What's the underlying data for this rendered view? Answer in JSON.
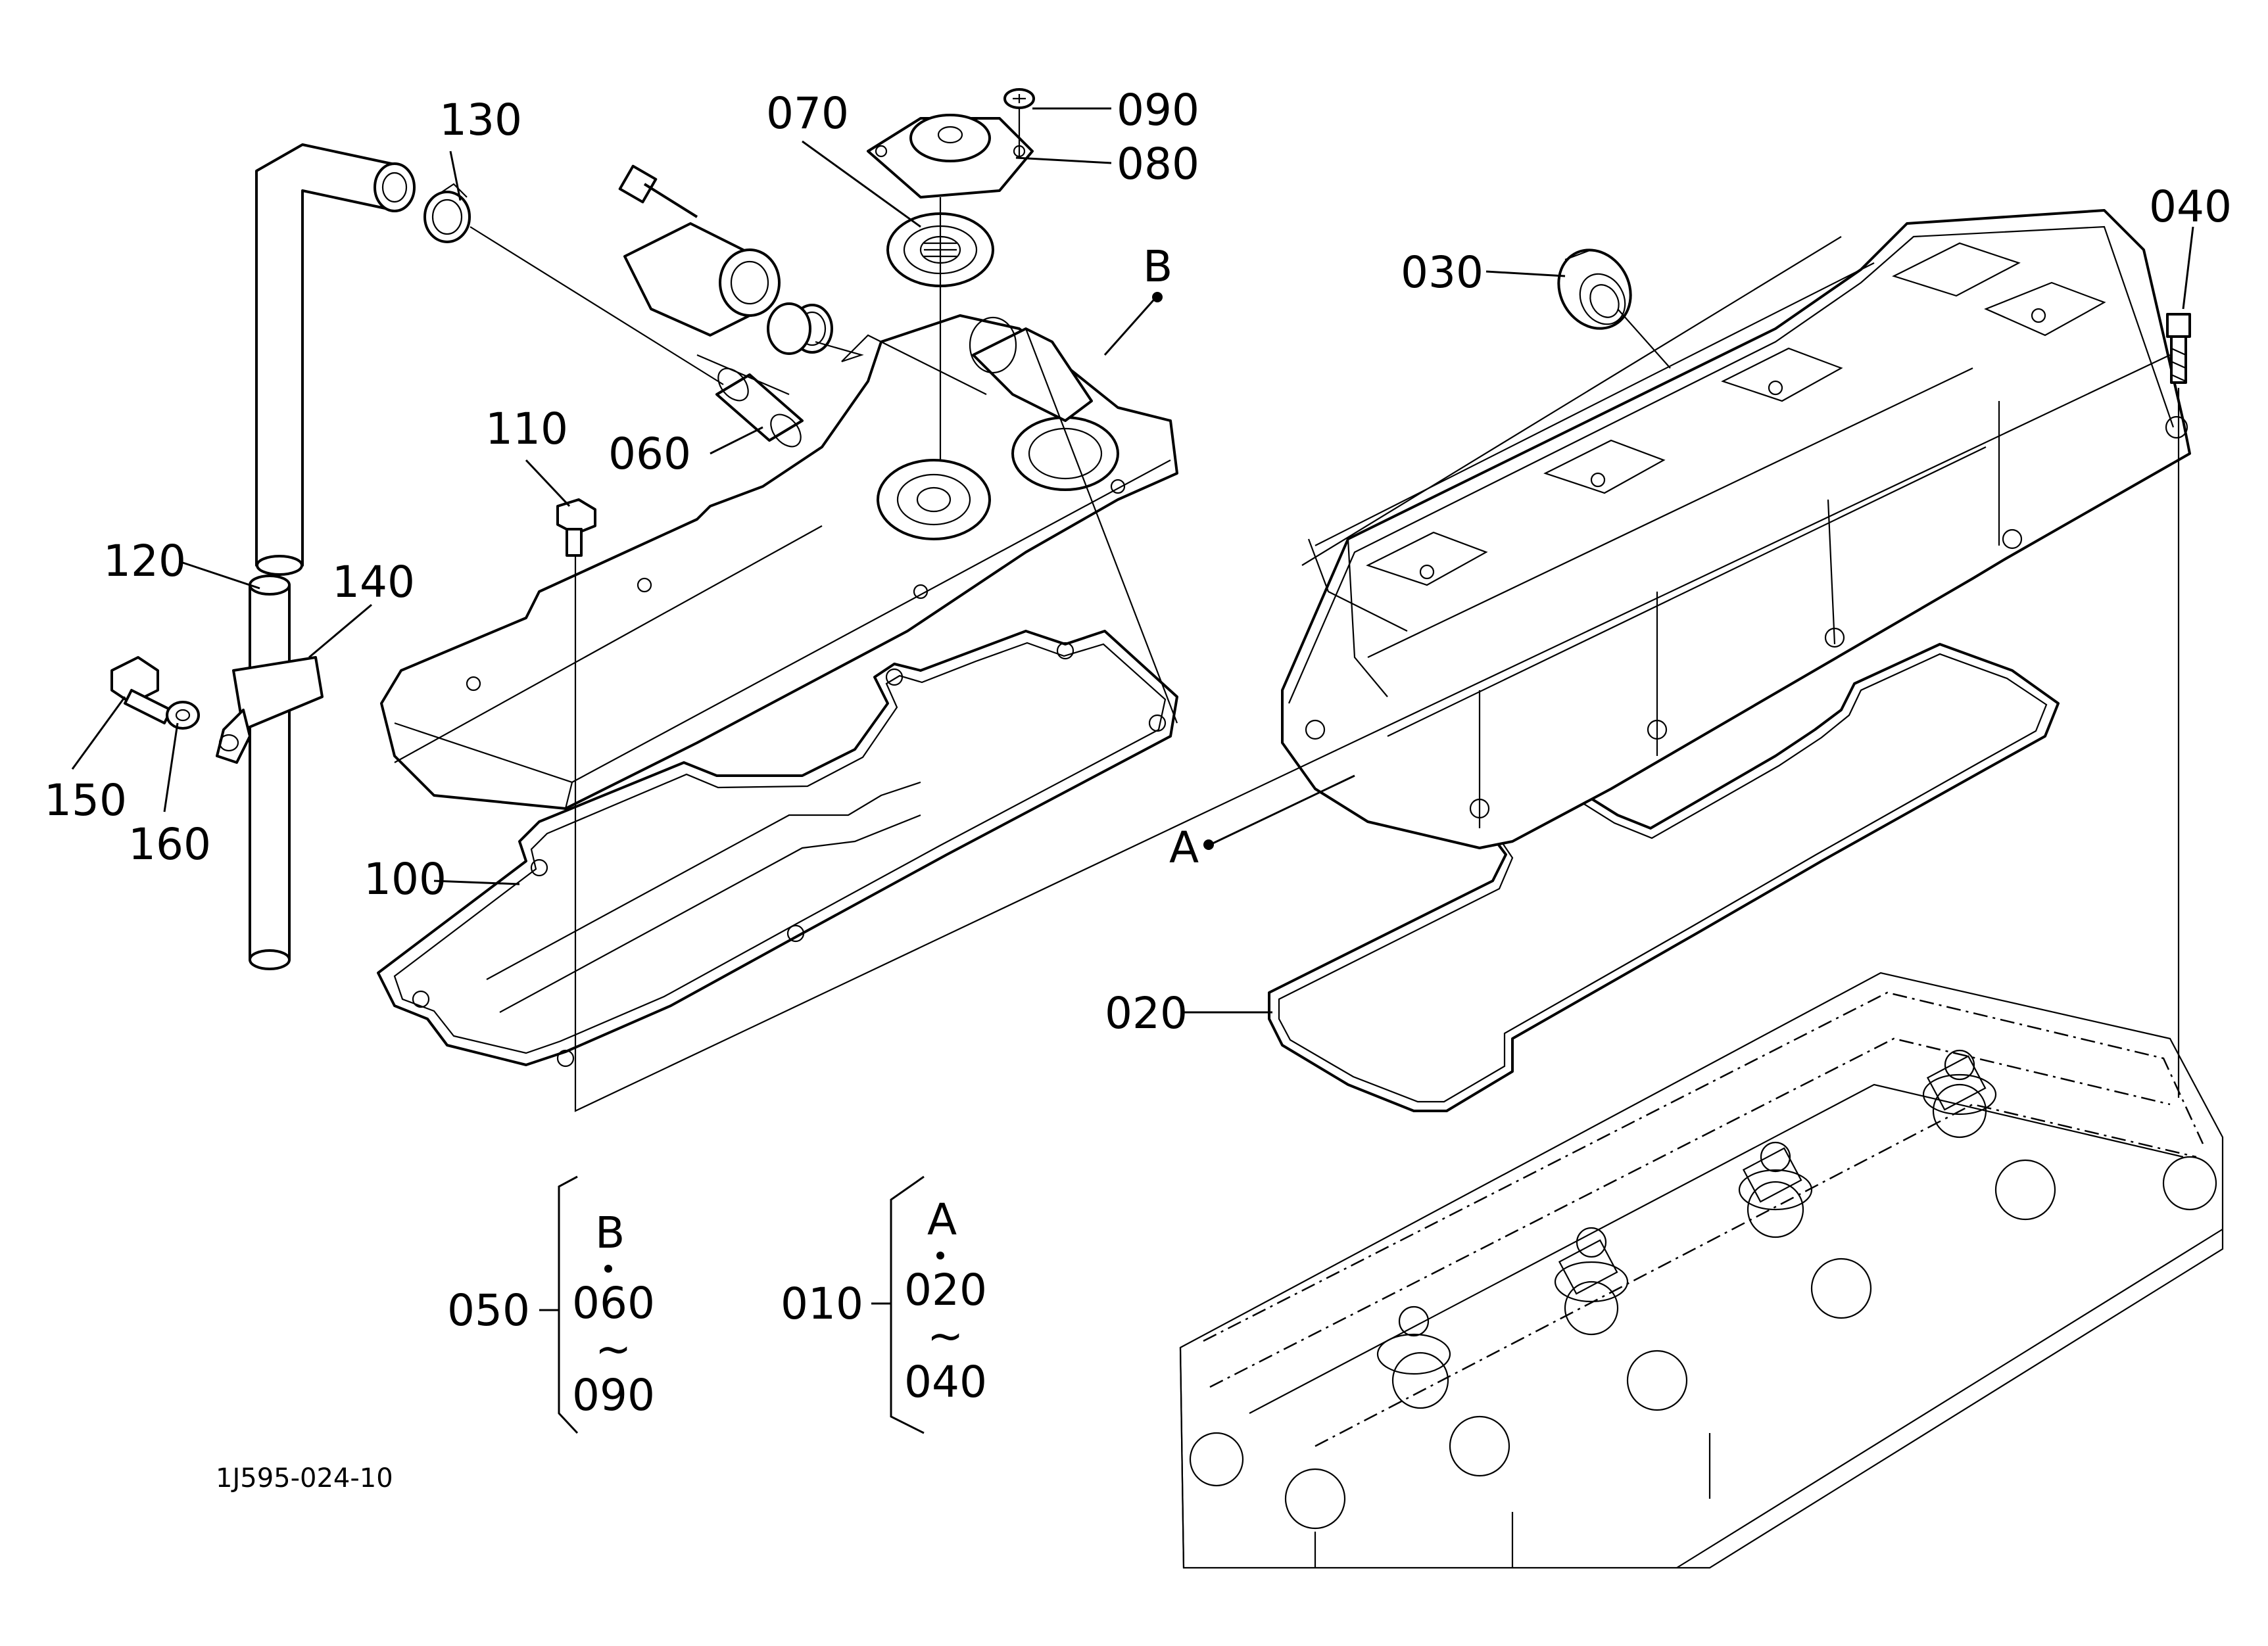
{
  "diagram": {
    "drawing_code": "1J595-024-10",
    "labels": {
      "p010": "010",
      "p020": "020",
      "p030": "030",
      "p040": "040",
      "p050": "050",
      "p060": "060",
      "p070": "070",
      "p080": "080",
      "p090": "090",
      "p100": "100",
      "p110": "110",
      "p120": "120",
      "p130": "130",
      "p140": "140",
      "p150": "150",
      "p160": "160",
      "ref_a": "A",
      "ref_b": "B"
    },
    "groups": {
      "g050": {
        "ref": "B",
        "from": "060",
        "tilde": "~",
        "to": "090"
      },
      "g010": {
        "ref": "A",
        "from": "020",
        "tilde": "~",
        "to": "040"
      }
    }
  }
}
